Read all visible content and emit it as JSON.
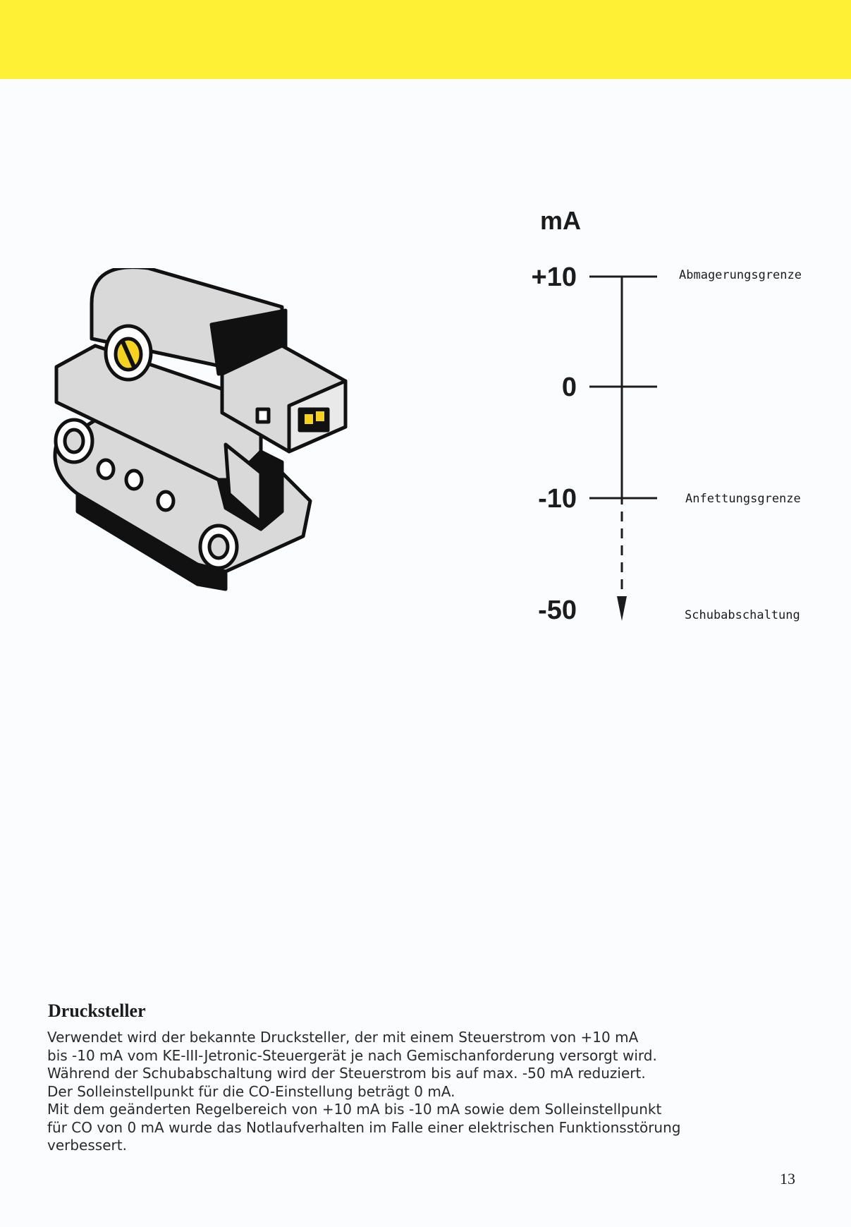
{
  "header": {
    "band_color": "#fdf035"
  },
  "illustration": {
    "icon": "pressure-actuator-illustration",
    "accent_color": "#f5d21e",
    "body_color": "#d9d9d9"
  },
  "scale": {
    "unit": "mA",
    "ticks": [
      {
        "label": "+10",
        "note": "Abmagerungsgrenze"
      },
      {
        "label": "0",
        "note": ""
      },
      {
        "label": "-10",
        "note": "Anfettungsgrenze"
      },
      {
        "label": "-50",
        "note": "Schubabschaltung"
      }
    ]
  },
  "section": {
    "title": "Drucksteller",
    "lines": [
      "Verwendet wird der bekannte Drucksteller, der mit einem Steuerstrom von +10 mA",
      "bis -10 mA vom KE-III-Jetronic-Steuergerät je nach Gemischanforderung versorgt wird.",
      "Während der Schubabschaltung wird der Steuerstrom bis auf max. -50 mA reduziert.",
      "Der Solleinstellpunkt für die CO-Einstellung beträgt 0 mA.",
      "Mit dem geänderten Regelbereich von +10 mA bis -10 mA sowie dem Solleinstellpunkt",
      "für CO von 0 mA  wurde das Notlaufverhalten im Falle einer elektrischen Funktionsstörung",
      "verbessert."
    ]
  },
  "page_number": "13"
}
